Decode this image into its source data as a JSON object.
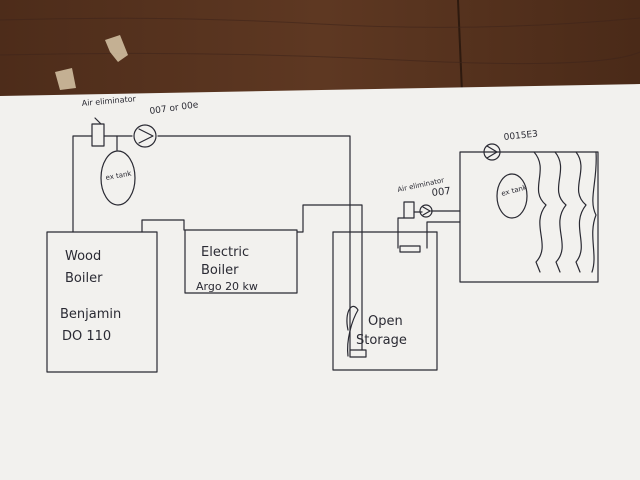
{
  "labels": {
    "air_eliminator_left": "Air eliminator",
    "pump_left": "007 or 00e",
    "expansion_tank_left": "ex tank",
    "wood_boiler_line1": "Wood",
    "wood_boiler_line2": "Boiler",
    "wood_boiler_line3": "Benjamin",
    "wood_boiler_line4": "DO 110",
    "electric_boiler_line1": "Electric",
    "electric_boiler_line2": "Boiler",
    "electric_boiler_line3": "Argo 20 kw",
    "storage_line1": "Open",
    "storage_line2": "Storage",
    "air_eliminator_right": "Air eliminator",
    "pump_right": "007",
    "pump_top_right": "0015E3",
    "expansion_tank_right": "ex tank"
  },
  "colors": {
    "wood_table": "#5a3520",
    "paper": "#f2f1ee",
    "ink": "#2a2a33"
  }
}
